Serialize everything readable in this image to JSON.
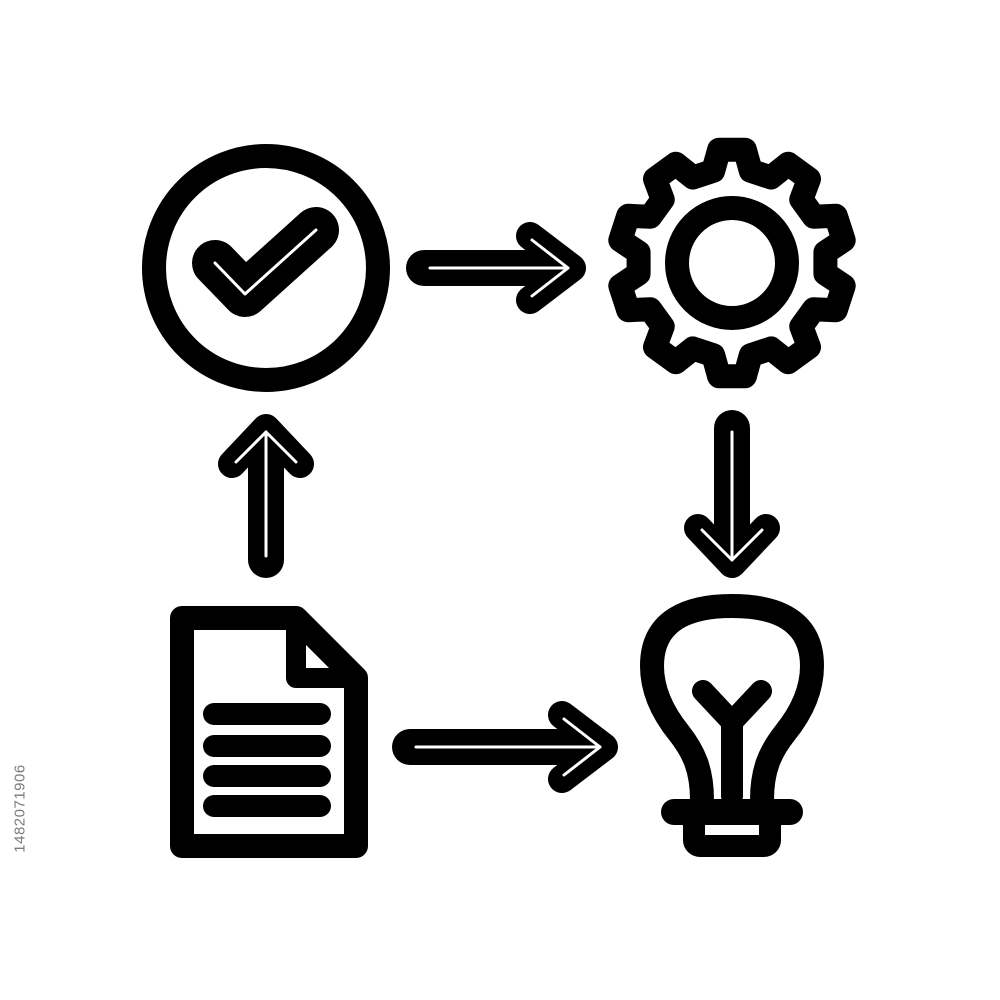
{
  "icons": {
    "check": "check-circle-icon",
    "gear": "gear-icon",
    "document": "document-icon",
    "bulb": "lightbulb-icon"
  },
  "arrows": [
    {
      "from": "check-circle-icon",
      "to": "gear-icon",
      "direction": "right"
    },
    {
      "from": "gear-icon",
      "to": "lightbulb-icon",
      "direction": "down"
    },
    {
      "from": "document-icon",
      "to": "lightbulb-icon",
      "direction": "right"
    },
    {
      "from": "document-icon",
      "to": "check-circle-icon",
      "direction": "up"
    }
  ],
  "colors": {
    "stroke": "#000000",
    "background": "#ffffff"
  },
  "watermark": {
    "id_text": "1482071906"
  }
}
